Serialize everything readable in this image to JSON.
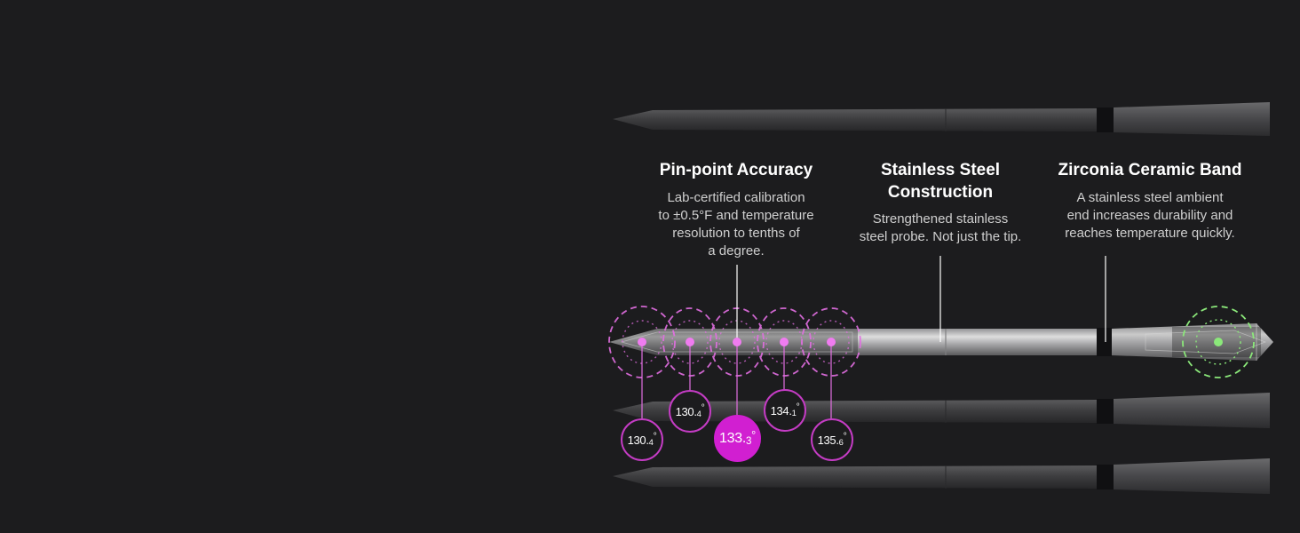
{
  "features": [
    {
      "title": "Pin-point Accuracy",
      "desc": [
        "Lab-certified calibration",
        "to ±0.5°F and temperature",
        "resolution to tenths of",
        "a degree."
      ]
    },
    {
      "title": [
        "Stainless Steel",
        "Construction"
      ],
      "desc": [
        "Strengthened stainless",
        "steel probe. Not just the tip."
      ]
    },
    {
      "title": "Zirconia Ceramic Band",
      "desc": [
        "A stainless steel ambient",
        "end increases durability and",
        "reaches temperature quickly."
      ]
    }
  ],
  "readings": [
    {
      "whole": "130.",
      "dec": "4",
      "deg": "°"
    },
    {
      "whole": "130.",
      "dec": "4",
      "deg": "°"
    },
    {
      "whole": "133.",
      "dec": "3",
      "deg": "°"
    },
    {
      "whole": "134.",
      "dec": "1",
      "deg": "°"
    },
    {
      "whole": "135.",
      "dec": "6",
      "deg": "°"
    }
  ],
  "colors": {
    "background": "#1c1c1e",
    "accent_magenta": "#d11fd1",
    "sensor_dot": "#f07cf0",
    "ambient_green": "#8be87a"
  }
}
